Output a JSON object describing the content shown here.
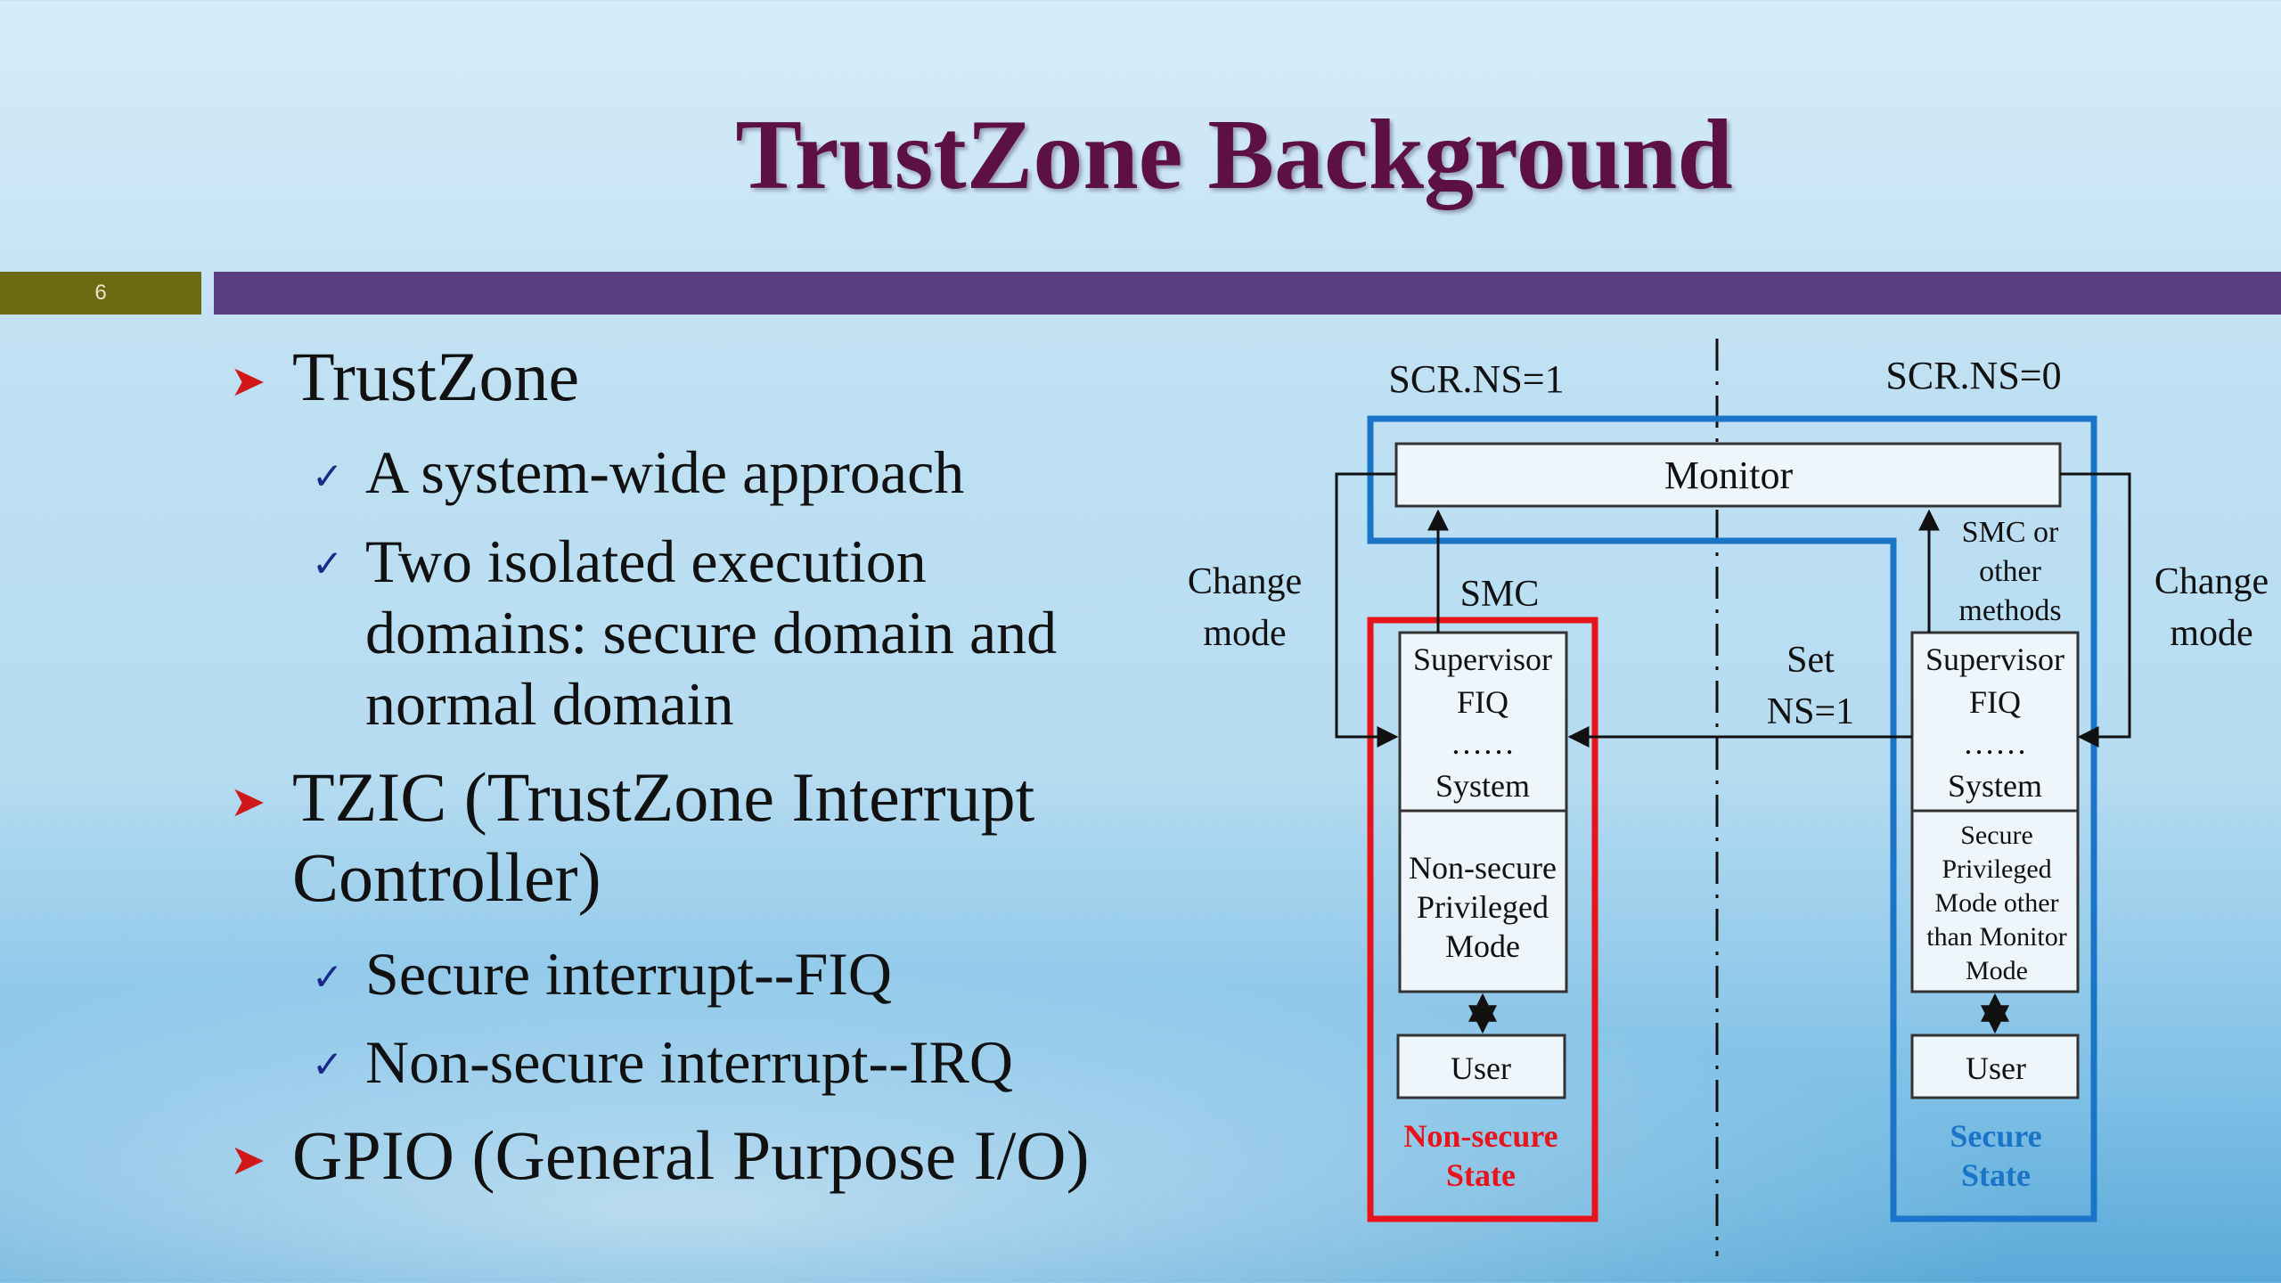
{
  "slide": {
    "title": "TrustZone Background",
    "page_number": "6"
  },
  "bullets": [
    {
      "label": "TrustZone",
      "subs": [
        "A system-wide approach",
        "Two isolated execution",
        "domains: secure domain and",
        "normal domain"
      ]
    },
    {
      "label_line1": "TZIC (TrustZone Interrupt",
      "label_line2": "Controller)",
      "subs": [
        "Secure interrupt--FIQ",
        "Non-secure interrupt--IRQ"
      ]
    },
    {
      "label": "GPIO (General Purpose I/O)"
    }
  ],
  "diagram": {
    "scr_ns1": "SCR.NS=1",
    "scr_ns0": "SCR.NS=0",
    "monitor": "Monitor",
    "change_mode_left": [
      "Change",
      "mode"
    ],
    "change_mode_right": [
      "Change",
      "mode"
    ],
    "smc": "SMC",
    "smc_or_other": [
      "SMC or",
      "other",
      "methods"
    ],
    "set_ns": [
      "Set",
      "NS=1"
    ],
    "left_modes": [
      "Supervisor",
      "FIQ",
      "……",
      "System"
    ],
    "left_priv": [
      "Non-secure",
      "Privileged",
      "Mode"
    ],
    "right_modes": [
      "Supervisor",
      "FIQ",
      "……",
      "System"
    ],
    "right_priv": [
      "Secure",
      "Privileged",
      "Mode other",
      "than Monitor",
      "Mode"
    ],
    "user_left": "User",
    "user_right": "User",
    "nonsecure_state": [
      "Non-secure",
      "State"
    ],
    "secure_state": [
      "Secure",
      "State"
    ],
    "colors": {
      "nonsecure": "#e8141c",
      "secure": "#1a74c8"
    }
  }
}
